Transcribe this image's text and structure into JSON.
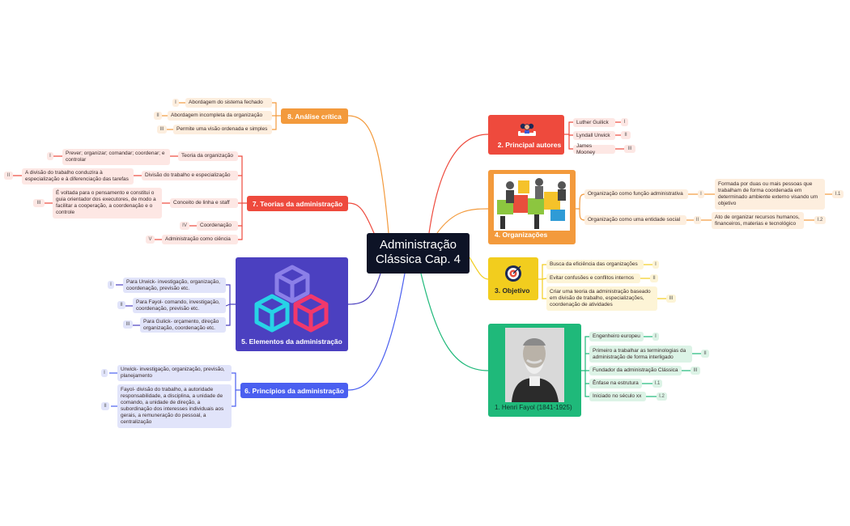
{
  "central": {
    "line1": "Administração",
    "line2": "Clássica Cap. 4"
  },
  "colors": {
    "red": "#ee4a3d",
    "orange": "#f39a3c",
    "yellow": "#f2cd1e",
    "green": "#1fb97a",
    "blue": "#4a5ff0",
    "purple": "#4b40c0",
    "central": "#0d1326"
  },
  "b2": {
    "title": "2. Principal autores",
    "icon": "people-icon",
    "items": [
      {
        "label": "Luther Guilick",
        "tag": "I"
      },
      {
        "label": "Lyndall Urwick",
        "tag": "II"
      },
      {
        "label": "James Mooney",
        "tag": "III"
      }
    ]
  },
  "b4": {
    "title": "4. Organizações",
    "image": "puzzle-people-image",
    "items": [
      {
        "label": "Organização como função administrativa",
        "tag": "I",
        "sub": "Formada por duas ou mais pessoas que trabalham de forma coordenada em determinado ambiente externo visando um objetivo",
        "subtag": "I.1"
      },
      {
        "label": "Organização como uma entidade social",
        "tag": "II",
        "sub": "Ato de organizar recursos humanos, financeiros, materias e tecnológico",
        "subtag": "I.2"
      }
    ]
  },
  "b3": {
    "title": "3. Objetivo",
    "icon": "target-icon",
    "items": [
      {
        "label": "Busca da eficiência das organizações",
        "tag": "I"
      },
      {
        "label": "Evitar confusões e conflitos internos",
        "tag": "II"
      },
      {
        "label": "Criar uma teoria da administração baseado em divisão de trabalho, especializações, coordenação de atividades",
        "tag": "III"
      }
    ]
  },
  "b1": {
    "title": "1. Henri Fayol (1841-1925)",
    "image": "portrait-image",
    "items": [
      {
        "label": "Engenheiro europeu",
        "tag": "I"
      },
      {
        "label": "Primeiro a trabalhar as terminologias da administração de forma interligado",
        "tag": "II"
      },
      {
        "label": "Fundador da administração Clássica",
        "tag": "III"
      },
      {
        "label": "Ênfase na estrutura",
        "tag": "I.1"
      },
      {
        "label": "Iniciado no século xx",
        "tag": "I.2"
      }
    ]
  },
  "b8": {
    "title": "8. Análise crítica",
    "items": [
      {
        "label": "Abordagem do sistema fechado",
        "tag": "I"
      },
      {
        "label": "Abordagem incompleta da organização",
        "tag": "II"
      },
      {
        "label": "Permite uma visão ordenada e simples",
        "tag": "III"
      }
    ]
  },
  "b7": {
    "title": "7. Teorias da administração",
    "items": [
      {
        "label": "Teoria da organização",
        "tag": "I",
        "sub": "Prever; organizar; comandar; coordenar; e controlar"
      },
      {
        "label": "Divisão do trabalho e especialização",
        "tag": "II",
        "sub": "A divisão do trabalho conduzira à especialização e à diferenciação das tarefas"
      },
      {
        "label": "Conceito de linha e staff",
        "tag": "III",
        "sub": "É voltada para o pensamento e constitui o guia orientador dos executores, de modo a facilitar a cooperação, a coordenação e o controle"
      },
      {
        "label": "Coordenação",
        "tag": "IV"
      },
      {
        "label": "Administração como ciência",
        "tag": "V"
      }
    ]
  },
  "b5": {
    "title": "5. Elementos da administração",
    "icon": "cubes-icon",
    "items": [
      {
        "label": "Para Urwick- investigação, organização, coordenação, previsão etc.",
        "tag": "I"
      },
      {
        "label": "Para Fayol- comando, investigação, coordenação, previsão etc.",
        "tag": "II"
      },
      {
        "label": "Para Gulick- orçamento, direção organização, coordenação etc.",
        "tag": "III"
      }
    ]
  },
  "b6": {
    "title": "6. Princípios da administração",
    "items": [
      {
        "label": "Urwick- investigação, organização, previsão, planejamento",
        "tag": "I"
      },
      {
        "label": "Fayol- divisão do trabalho, a autoridade responsabilidade, a disciplina, a unidade de comando, a unidade de direção, a subordinação dos interesses individuais aos gerais, a remuneração do pessoal, a centralização",
        "tag": "II"
      }
    ]
  }
}
